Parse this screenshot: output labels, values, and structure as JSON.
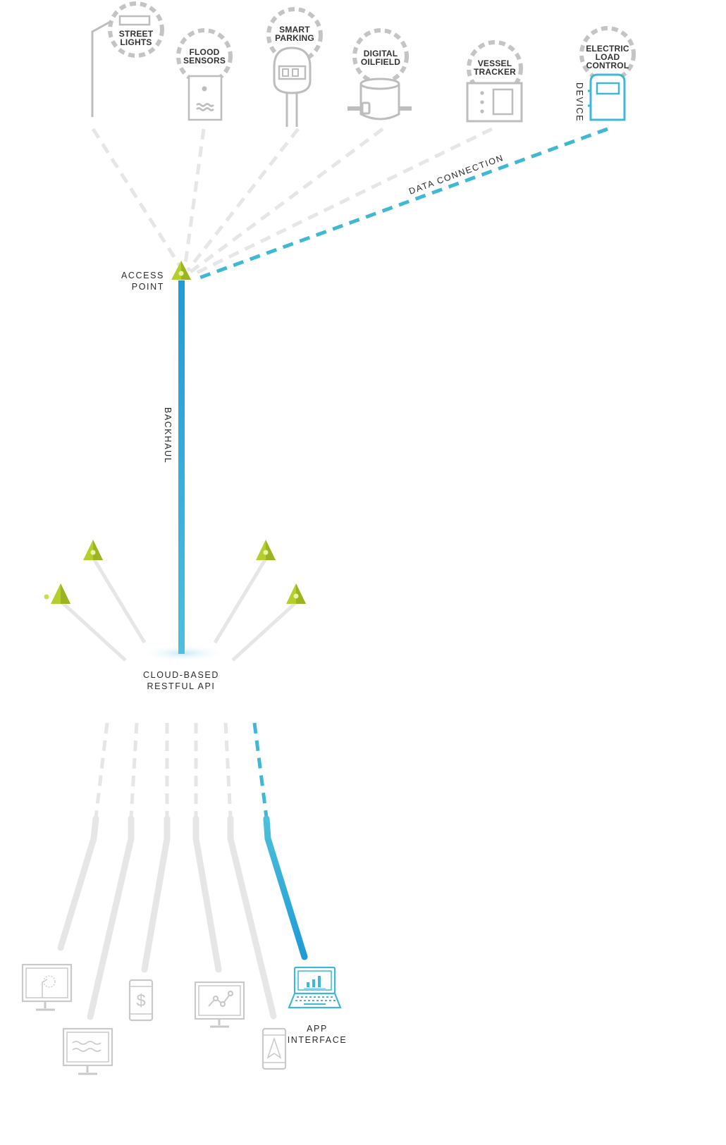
{
  "devices": [
    {
      "id": "street-lights",
      "lines": [
        "STREET",
        "LIGHTS"
      ]
    },
    {
      "id": "flood-sensors",
      "lines": [
        "FLOOD",
        "SENSORS"
      ]
    },
    {
      "id": "smart-parking",
      "lines": [
        "SMART",
        "PARKING"
      ]
    },
    {
      "id": "digital-oilfield",
      "lines": [
        "DIGITAL",
        "OILFIELD"
      ]
    },
    {
      "id": "vessel-tracker",
      "lines": [
        "VESSEL",
        "TRACKER"
      ]
    },
    {
      "id": "electric-load-control",
      "lines": [
        "ELECTRIC",
        "LOAD",
        "CONTROL"
      ]
    }
  ],
  "labels": {
    "device": "DEVICE",
    "data_connection": "DATA CONNECTION",
    "access_point_1": "ACCESS",
    "access_point_2": "POINT",
    "backhaul": "BACKHAUL",
    "cloud_1": "CLOUD-BASED",
    "cloud_2": "RESTFUL API",
    "app_1": "APP",
    "app_2": "INTERFACE"
  },
  "colors": {
    "gray_line": "#e6e6e6",
    "gray_icon": "#bdbdbd",
    "gray_dash_circle": "#c4c4c4",
    "accent_cyan": "#3fb8d4",
    "backhaul_blue": "#1f9bd6",
    "access_green": "#b4cf2c",
    "text": "#2b2b2b"
  },
  "icons": [
    "street-light-icon",
    "flood-sensor-icon",
    "parking-meter-icon",
    "oil-tank-icon",
    "vessel-tracker-icon",
    "load-control-device-icon",
    "access-point-icon",
    "monitor-icon",
    "phone-icon",
    "laptop-icon"
  ]
}
